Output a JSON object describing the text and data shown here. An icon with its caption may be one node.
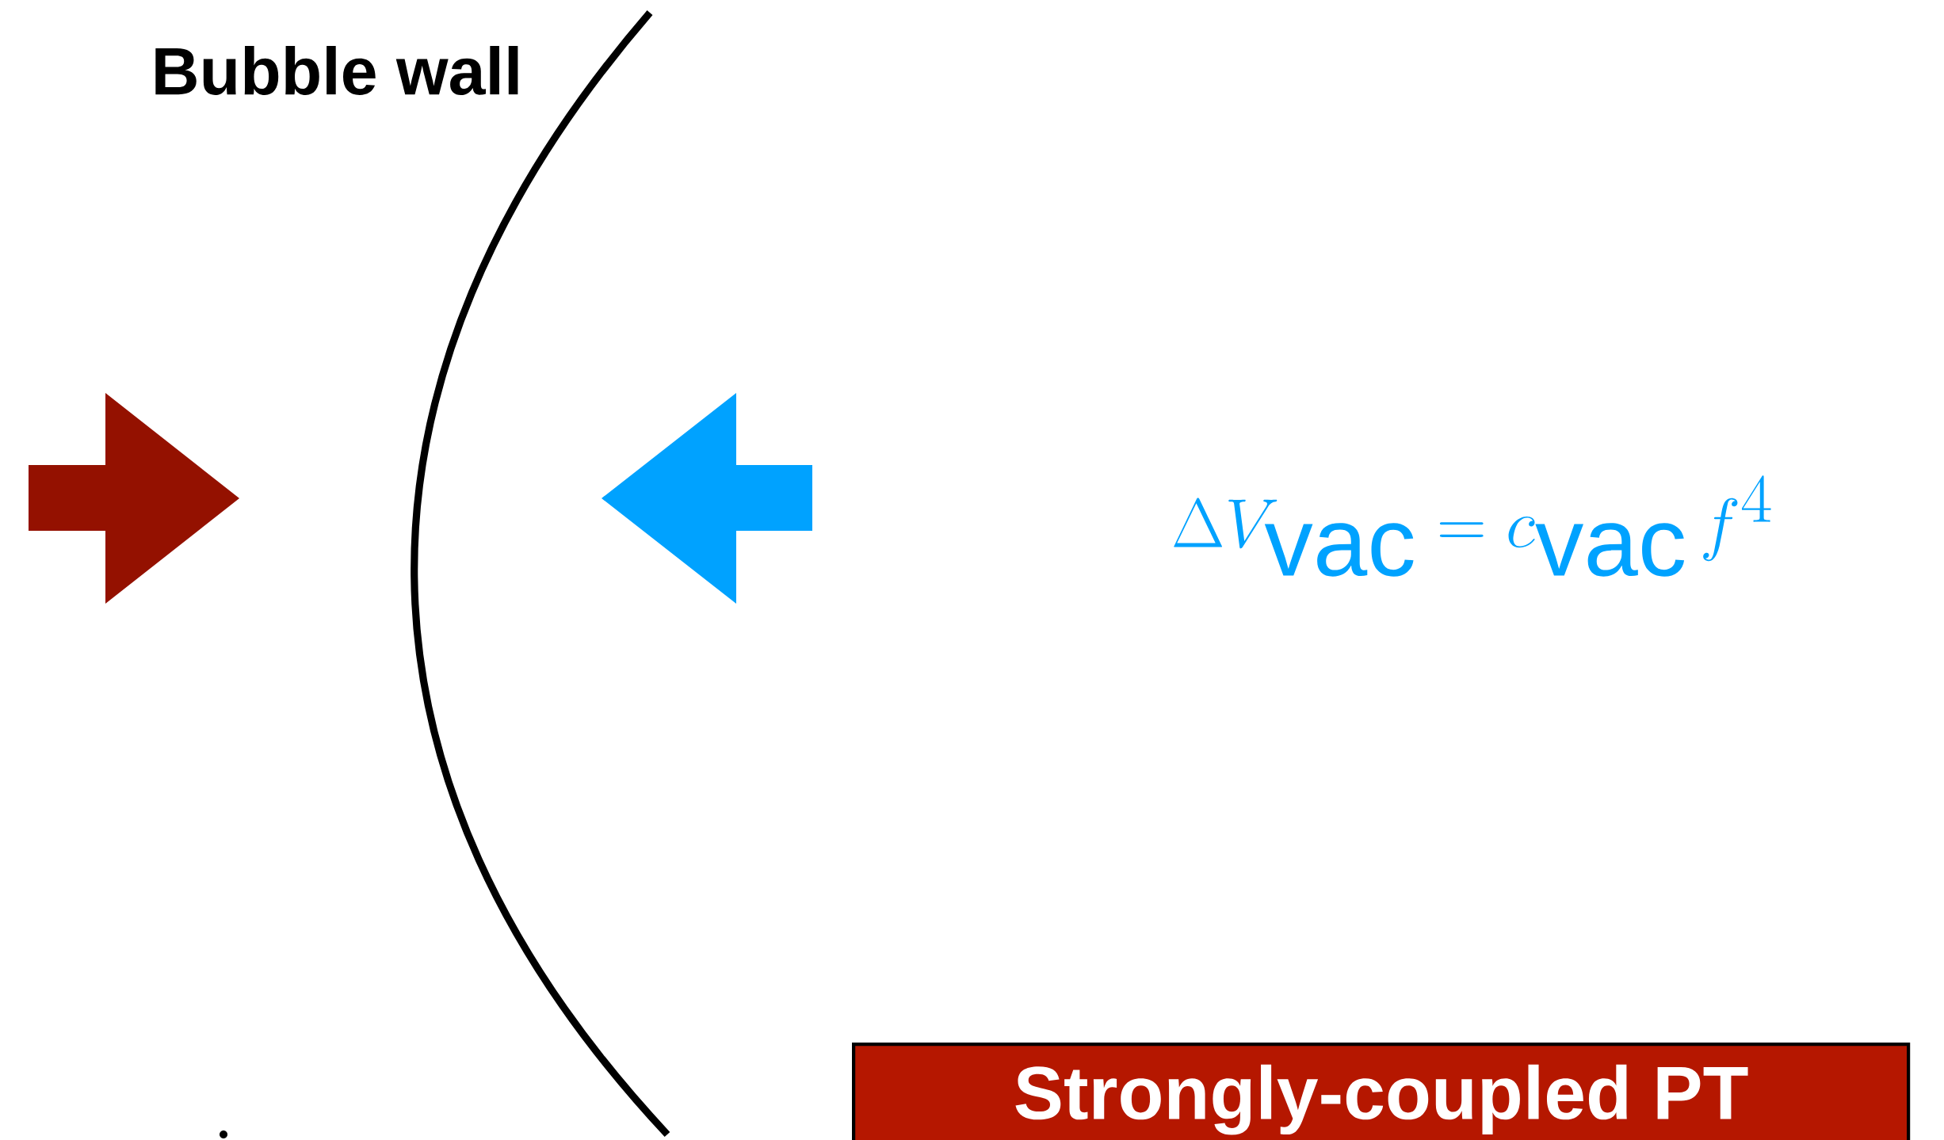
{
  "diagram": {
    "nodes": [
      {
        "text": [
          "Strongly-coupled PT"
        ]
      }
    ],
    "labels": [
      "Bubble wall",
      "\\Delta V_{\\rm vac} = c_{\\rm vac}\\, f^4"
    ]
  }
}
